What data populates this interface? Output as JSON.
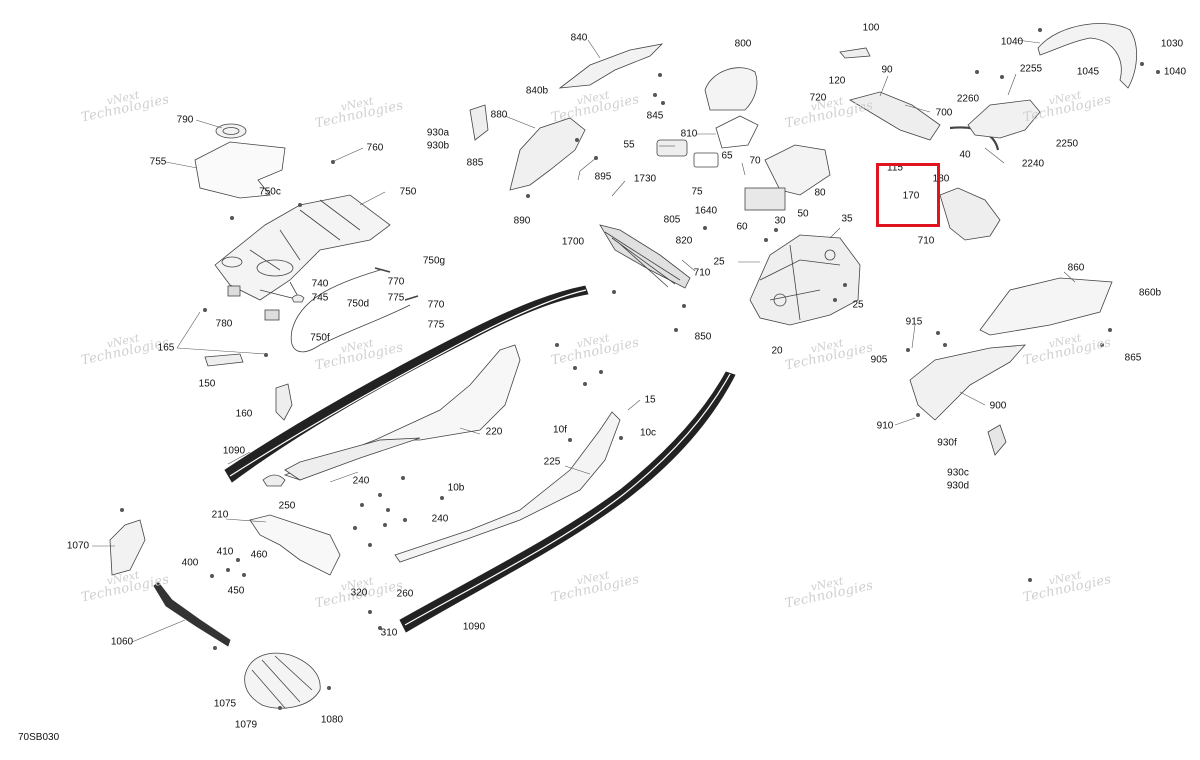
{
  "diagram_id": "70SB030",
  "highlight_color": "#e0141e",
  "watermark": {
    "line1": "vNext",
    "line2": "Technologies"
  },
  "labels": [
    "790",
    "755",
    "760",
    "750c",
    "750",
    "740",
    "745",
    "780",
    "165",
    "150",
    "160",
    "1090",
    "220",
    "240",
    "250",
    "210",
    "1070",
    "400",
    "410",
    "460",
    "450",
    "1060",
    "1075",
    "1079",
    "1080",
    "770",
    "750g",
    "775",
    "750d",
    "770",
    "775",
    "750f",
    "840",
    "840b",
    "880",
    "930a",
    "930b",
    "885",
    "890",
    "895",
    "1730",
    "55",
    "65",
    "810",
    "800",
    "845",
    "70",
    "75",
    "1640",
    "805",
    "820",
    "60",
    "30",
    "50",
    "80",
    "25",
    "35",
    "25",
    "20",
    "1700",
    "710",
    "850",
    "100",
    "90",
    "120",
    "720",
    "700",
    "40",
    "115",
    "170",
    "180",
    "710",
    "1040",
    "1030",
    "1045",
    "1040",
    "2255",
    "2260",
    "2250",
    "2240",
    "860",
    "860b",
    "915",
    "905",
    "865",
    "900",
    "910",
    "930f",
    "930c",
    "930d",
    "15",
    "10f",
    "10c",
    "10b",
    "225",
    "240",
    "1090",
    "320",
    "260",
    "310"
  ]
}
